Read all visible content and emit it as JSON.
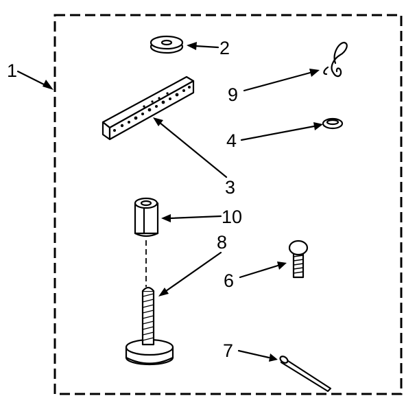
{
  "callouts": {
    "kit": "1",
    "washer": "2",
    "bracket": "3",
    "clip": "4",
    "screw": "6",
    "cotter_pin": "7",
    "leveling_leg": "8",
    "hook": "9",
    "nut": "10"
  }
}
